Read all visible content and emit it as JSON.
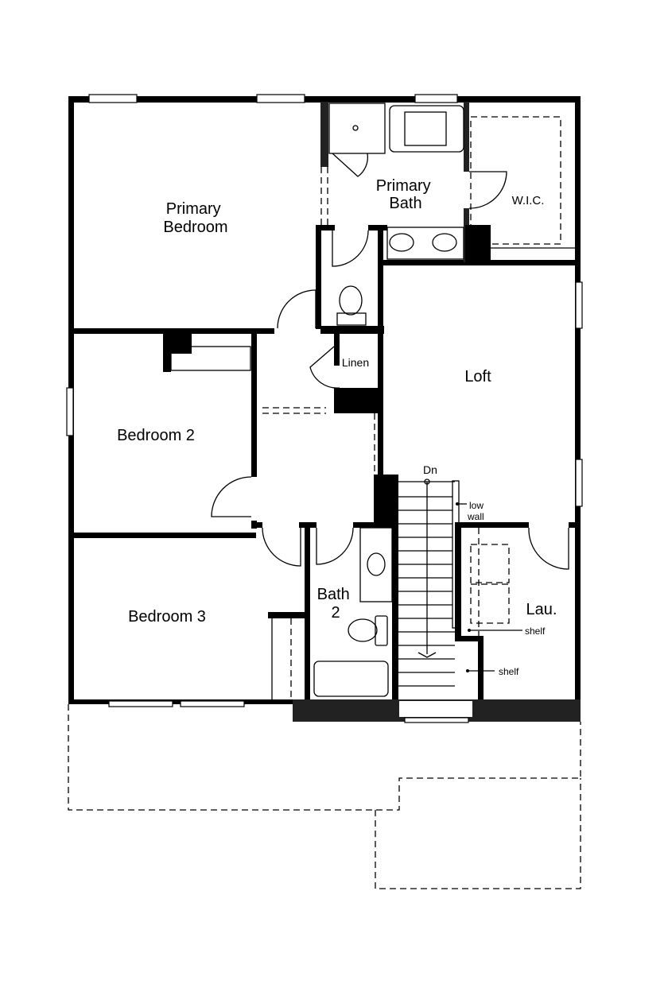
{
  "rooms": {
    "primary_bedroom": [
      "Primary",
      "Bedroom"
    ],
    "primary_bath": [
      "Primary",
      "Bath"
    ],
    "wic": "W.I.C.",
    "linen": "Linen",
    "loft": "Loft",
    "bedroom2": "Bedroom 2",
    "bedroom3": "Bedroom 3",
    "bath2": [
      "Bath",
      "2"
    ],
    "laundry": "Lau."
  },
  "annotations": {
    "stairs_down": "Dn",
    "low_wall": [
      "low",
      "wall"
    ],
    "shelf_laundry": "shelf",
    "shelf_hall": "shelf"
  },
  "colors": {
    "wall": "#000000",
    "dark_wall": "#222222",
    "background": "#ffffff"
  }
}
